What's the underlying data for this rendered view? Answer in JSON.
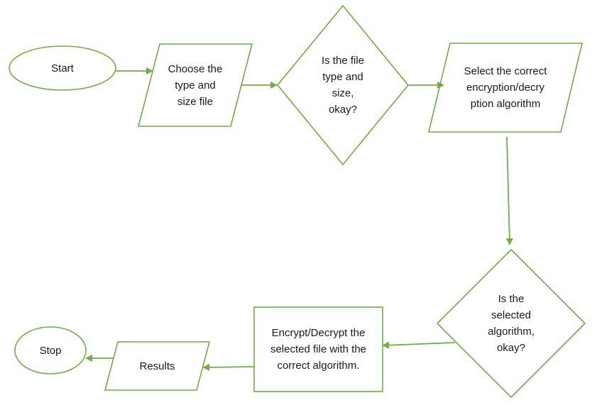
{
  "colors": {
    "stroke": "#70ad47",
    "text": "#1a1a1a",
    "background": "#ffffff"
  },
  "nodes": {
    "start": {
      "shape": "ellipse",
      "lines": [
        "Start"
      ]
    },
    "choose": {
      "shape": "parallelogram",
      "lines": [
        "Choose the",
        "type and",
        "size file"
      ]
    },
    "check_file": {
      "shape": "diamond",
      "lines": [
        "Is the file",
        "type and",
        "size,",
        "okay?"
      ]
    },
    "select_algo": {
      "shape": "parallelogram",
      "lines": [
        "Select the correct",
        "encryption/decry",
        "ption algorithm"
      ]
    },
    "check_algo": {
      "shape": "diamond",
      "lines": [
        "Is the",
        "selected",
        "algorithm,",
        "okay?"
      ]
    },
    "process": {
      "shape": "rectangle",
      "lines": [
        "Encrypt/Decrypt the",
        "selected file with the",
        "correct algorithm."
      ]
    },
    "results": {
      "shape": "parallelogram",
      "lines": [
        "Results"
      ]
    },
    "stop": {
      "shape": "ellipse",
      "lines": [
        "Stop"
      ]
    }
  },
  "edges": [
    {
      "from": "start",
      "to": "choose"
    },
    {
      "from": "choose",
      "to": "check_file"
    },
    {
      "from": "check_file",
      "to": "select_algo"
    },
    {
      "from": "select_algo",
      "to": "check_algo"
    },
    {
      "from": "check_algo",
      "to": "process"
    },
    {
      "from": "process",
      "to": "results"
    },
    {
      "from": "results",
      "to": "stop"
    }
  ]
}
